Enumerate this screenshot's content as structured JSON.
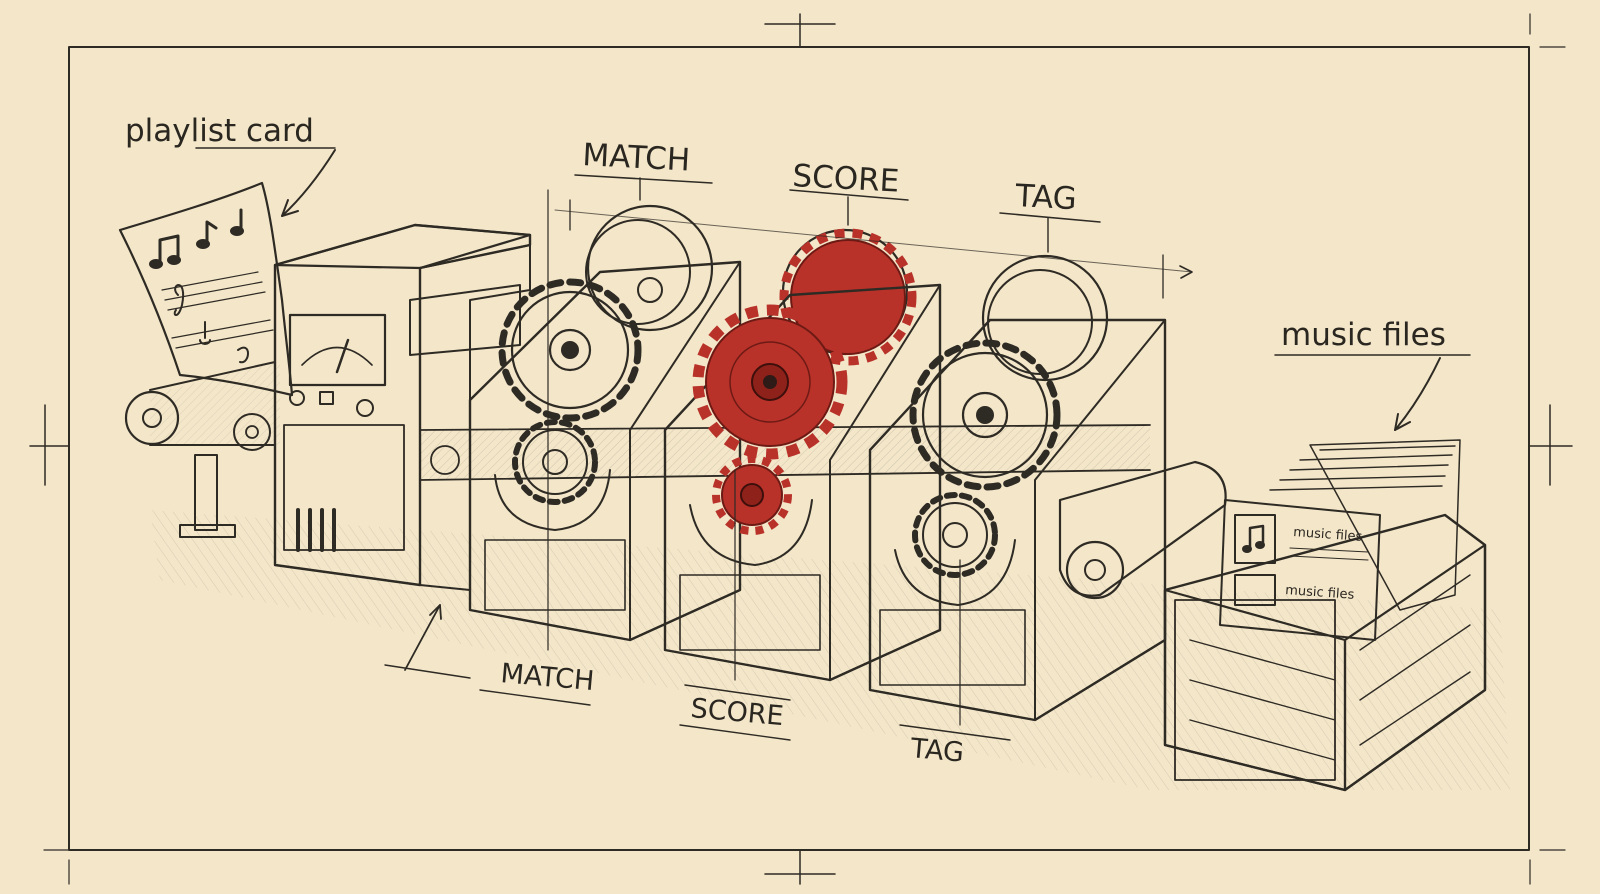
{
  "labels": {
    "playlist_card": "playlist card",
    "match_top": "MATCH",
    "score_top": "SCORE",
    "tag_top": "TAG",
    "music_files": "music files",
    "match_bottom": "MATCH",
    "score_bottom": "SCORE",
    "tag_bottom": "TAG",
    "record_label_1": "music files",
    "record_label_2": "music files"
  },
  "colors": {
    "paper": "#f3e6c9",
    "ink": "#2e2a24",
    "accent_red": "#b8322a"
  },
  "icons": {
    "playlist_card": "sheet-music-card-icon",
    "gauge": "gauge-meter-icon",
    "gear": "gear-icon",
    "crate": "wooden-crate-icon",
    "record_note": "music-note-icon"
  }
}
